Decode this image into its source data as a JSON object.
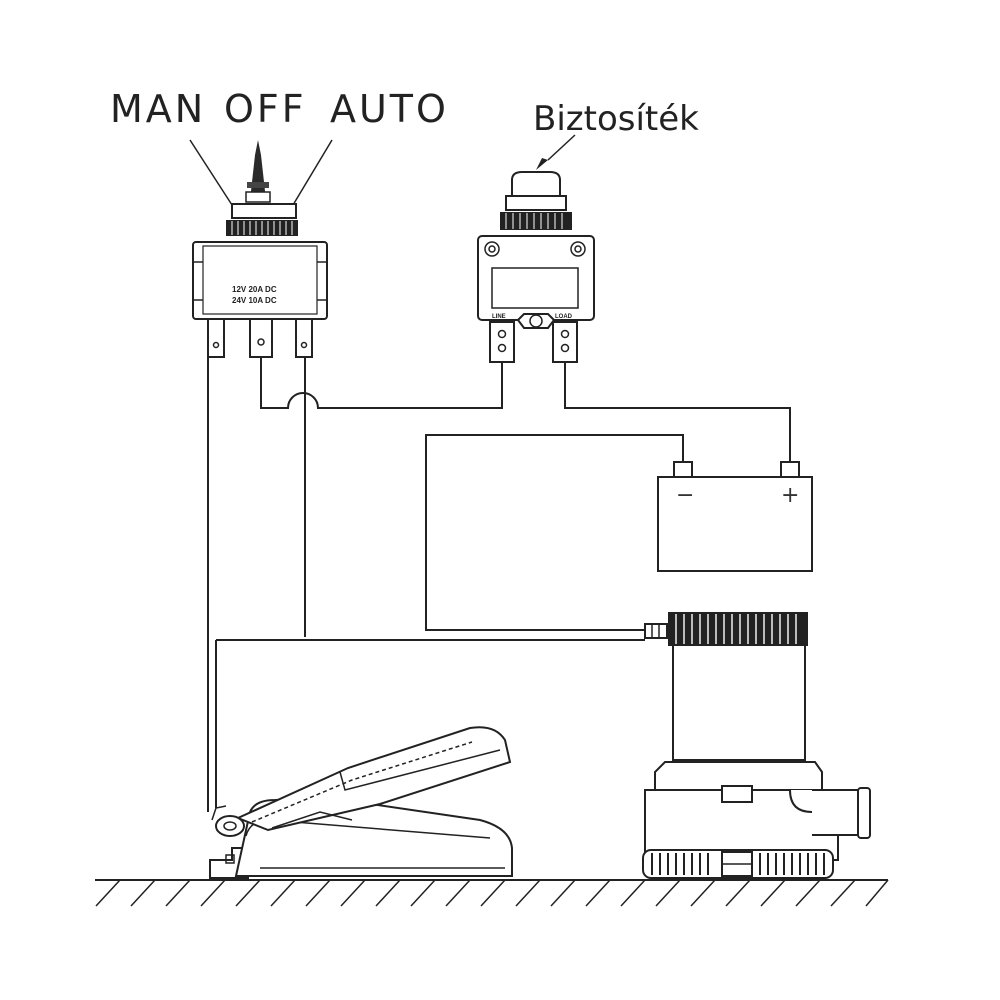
{
  "switch": {
    "positions": {
      "man": "MAN",
      "off": "OFF",
      "auto": "AUTO"
    },
    "rating_line1": "12V  20A  DC",
    "rating_line2": "24V  10A  DC"
  },
  "fuse": {
    "label": "Biztosíték",
    "terminal_line": "LINE",
    "terminal_load": "LOAD"
  },
  "battery": {
    "negative_symbol": "−",
    "positive_symbol": "+"
  }
}
